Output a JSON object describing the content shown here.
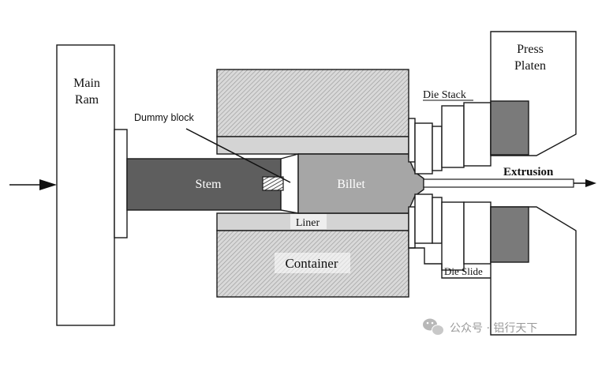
{
  "labels": {
    "main_ram": [
      "Main",
      "Ram"
    ],
    "press_platen": [
      "Press",
      "Platen"
    ],
    "dummy_block": "Dummy block",
    "die_stack": "Die Stack",
    "stem": "Stem",
    "billet": "Billet",
    "extrusion": "Extrusion",
    "liner": "Liner",
    "container": "Container",
    "die_slide": "Die Slide"
  },
  "watermark": "公众号 · 铝行天下",
  "colors": {
    "stem": "#5e5e5e",
    "billet": "#a6a6a6",
    "liner": "#d4d4d4",
    "container_hatch": "#bcbcbc",
    "outline": "#1a1a1a",
    "platen_block": "#7a7a7a"
  }
}
